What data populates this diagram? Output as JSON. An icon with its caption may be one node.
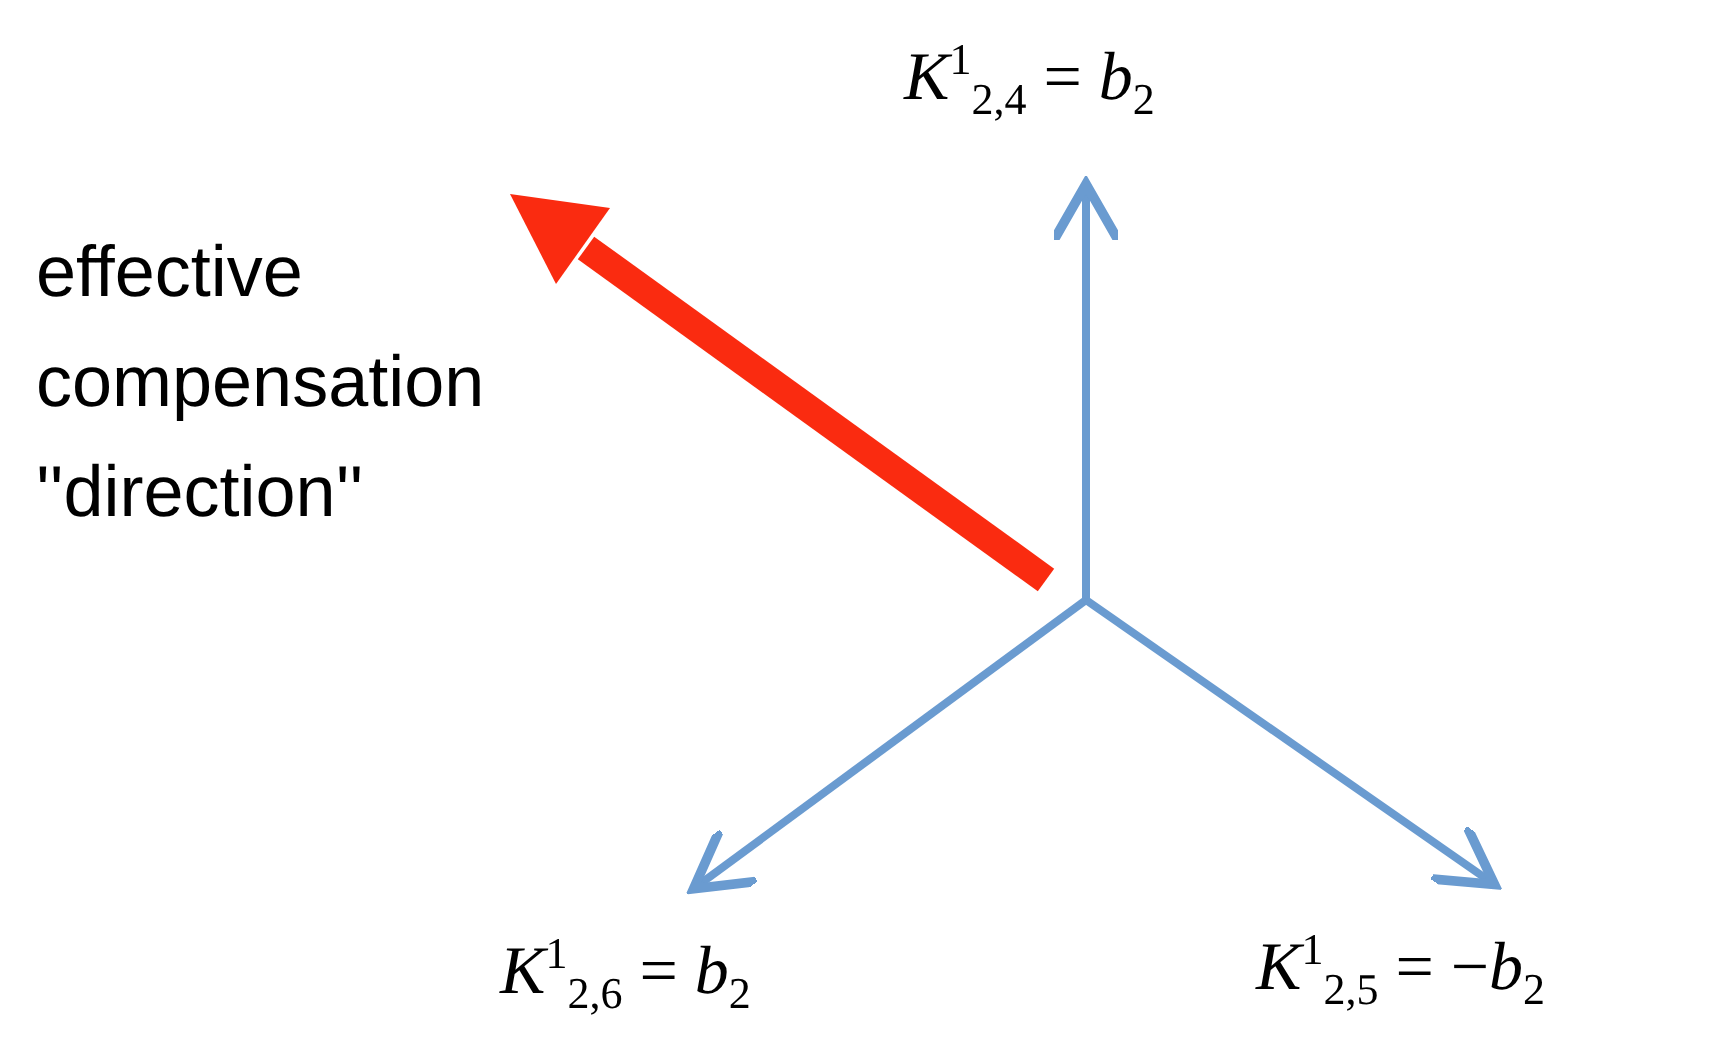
{
  "diagram": {
    "labels": [
      "*K*$^{1}$$_{2,4}$ = *b*$_{2}$",
      "effective compensation ''direction''",
      "*K*$^{1}$$_{2,6}$ = *b*$_{2}$",
      "*K*$^{1}$$_{2,5}$ = −*b*$_{2}$"
    ]
  }
}
